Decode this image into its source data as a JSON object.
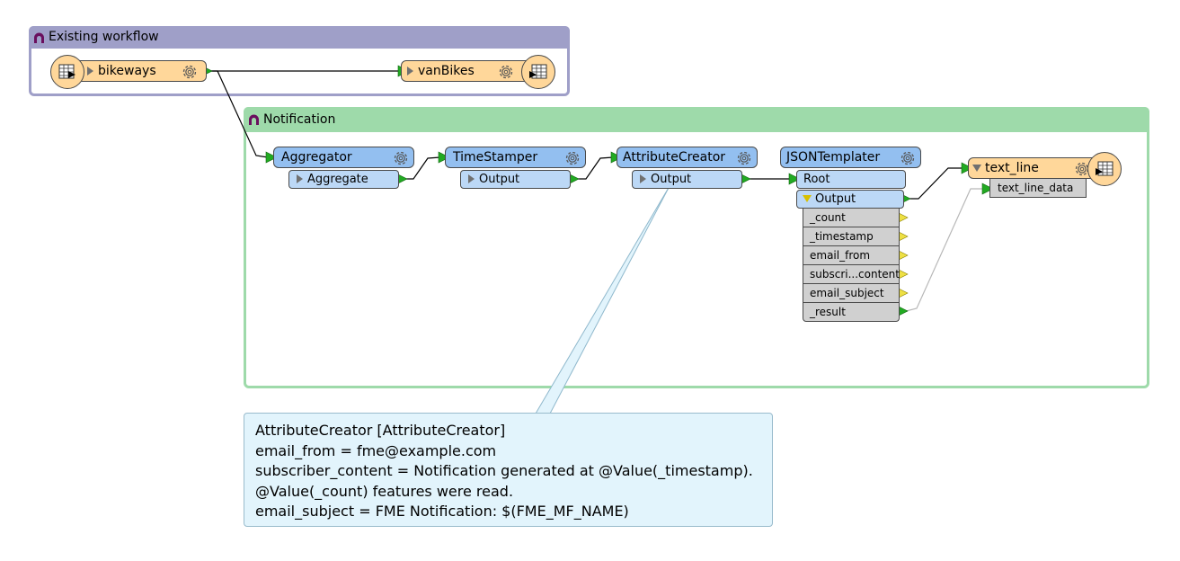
{
  "bookmarks": {
    "existing": {
      "title": "Existing workflow"
    },
    "notification": {
      "title": "Notification"
    }
  },
  "reader": {
    "name": "bikeways"
  },
  "writer_vanbikes": {
    "name": "vanBikes"
  },
  "aggregator": {
    "name": "Aggregator",
    "output": "Aggregate"
  },
  "timestamper": {
    "name": "TimeStamper",
    "output": "Output"
  },
  "attributecreator": {
    "name": "AttributeCreator",
    "output": "Output"
  },
  "jsontemplater": {
    "name": "JSONTemplater",
    "input": "Root",
    "output": "Output",
    "attributes": [
      "_count",
      "_timestamp",
      "email_from",
      "subscri...content",
      "email_subject",
      "_result"
    ]
  },
  "writer_textline": {
    "name": "text_line",
    "attribute": "text_line_data"
  },
  "tooltip": {
    "lines": [
      "AttributeCreator [AttributeCreator]",
      "email_from = fme@example.com",
      "subscriber_content = Notification generated at @Value(_timestamp).",
      "@Value(_count) features were read.",
      "email_subject = FME Notification: $(FME_MF_NAME)"
    ]
  },
  "colors": {
    "existing_bookmark": "#9f9fc8",
    "notification_bookmark": "#9edaaa",
    "transformer": "#93bff0",
    "feature_type": "#ffd79a",
    "port": "#bcd8f6",
    "attribute": "#d0d0d0",
    "connection_arrow": "#22aa22",
    "tooltip": "#e2f4fc"
  }
}
